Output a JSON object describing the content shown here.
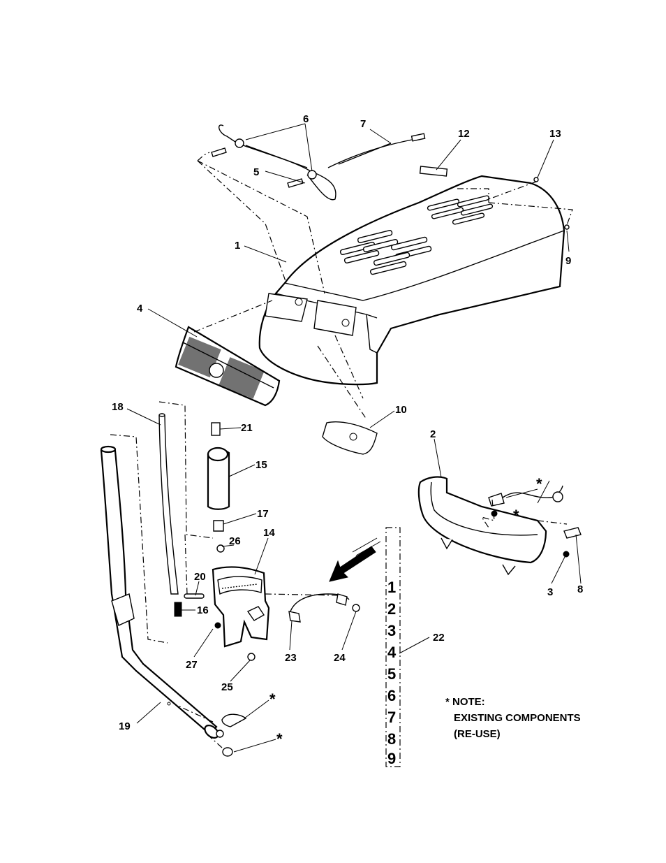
{
  "callouts": {
    "c1": "1",
    "c2": "2",
    "c3": "3",
    "c4": "4",
    "c5": "5",
    "c6": "6",
    "c7": "7",
    "c8": "8",
    "c9": "9",
    "c10": "10",
    "c11": "12",
    "c13": "13",
    "c14": "14",
    "c15": "15",
    "c16": "16",
    "c17": "17",
    "c18": "18",
    "c19": "19",
    "c20": "20",
    "c21": "21",
    "c22": "22",
    "c23": "23",
    "c24": "24",
    "c25": "25",
    "c26": "26",
    "c27": "27"
  },
  "asterisk": "*",
  "decal_strip": [
    "1",
    "2",
    "3",
    "4",
    "5",
    "6",
    "7",
    "8",
    "9"
  ],
  "note": {
    "line1": "* NOTE:",
    "line2": "EXISTING COMPONENTS",
    "line3": "(RE-USE)"
  }
}
